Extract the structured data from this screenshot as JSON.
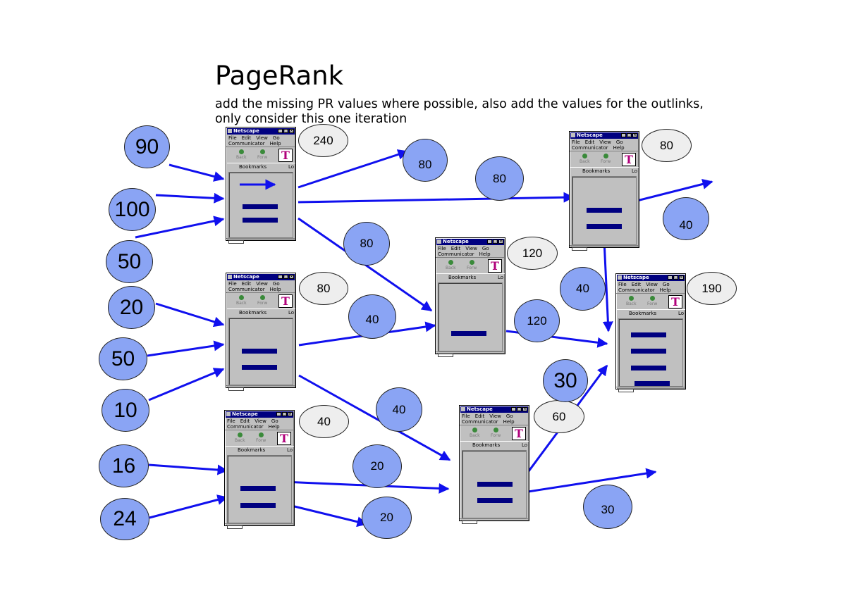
{
  "title": "PageRank",
  "subtitle": "add the missing PR values where possible, also add the values for the outlinks, only consider this one iteration",
  "window": {
    "title": "Netscape",
    "menu_file": "File",
    "menu_edit": "Edit",
    "menu_view": "View",
    "menu_go": "Go",
    "menu_communicator": "Communicator",
    "menu_help": "Help",
    "back": "Back",
    "forward": "Forw",
    "bookmarks": "Bookmarks",
    "location": "Lo",
    "logo_letter": "T"
  },
  "inputs": {
    "in_90": "90",
    "in_100": "100",
    "in_50a": "50",
    "in_20": "20",
    "in_50b": "50",
    "in_10": "10",
    "in_16": "16",
    "in_24": "24"
  },
  "pagerank": {
    "pr_240": "240",
    "pr_80_top": "80",
    "pr_120": "120",
    "pr_80_mid": "80",
    "pr_190": "190",
    "pr_40": "40",
    "pr_60": "60"
  },
  "links": {
    "l_80a": "80",
    "l_80b": "80",
    "l_80c": "80",
    "l_40a": "40",
    "l_40b": "40",
    "l_40c": "40",
    "l_40d": "40",
    "l_120": "120",
    "l_20a": "20",
    "l_20b": "20",
    "l_30a": "30",
    "l_30b": "30"
  },
  "colors": {
    "arrow": "#1010ee",
    "bubble_blue": "#8aa4f4",
    "bubble_grey": "#eeeeee",
    "bar": "#000080"
  }
}
